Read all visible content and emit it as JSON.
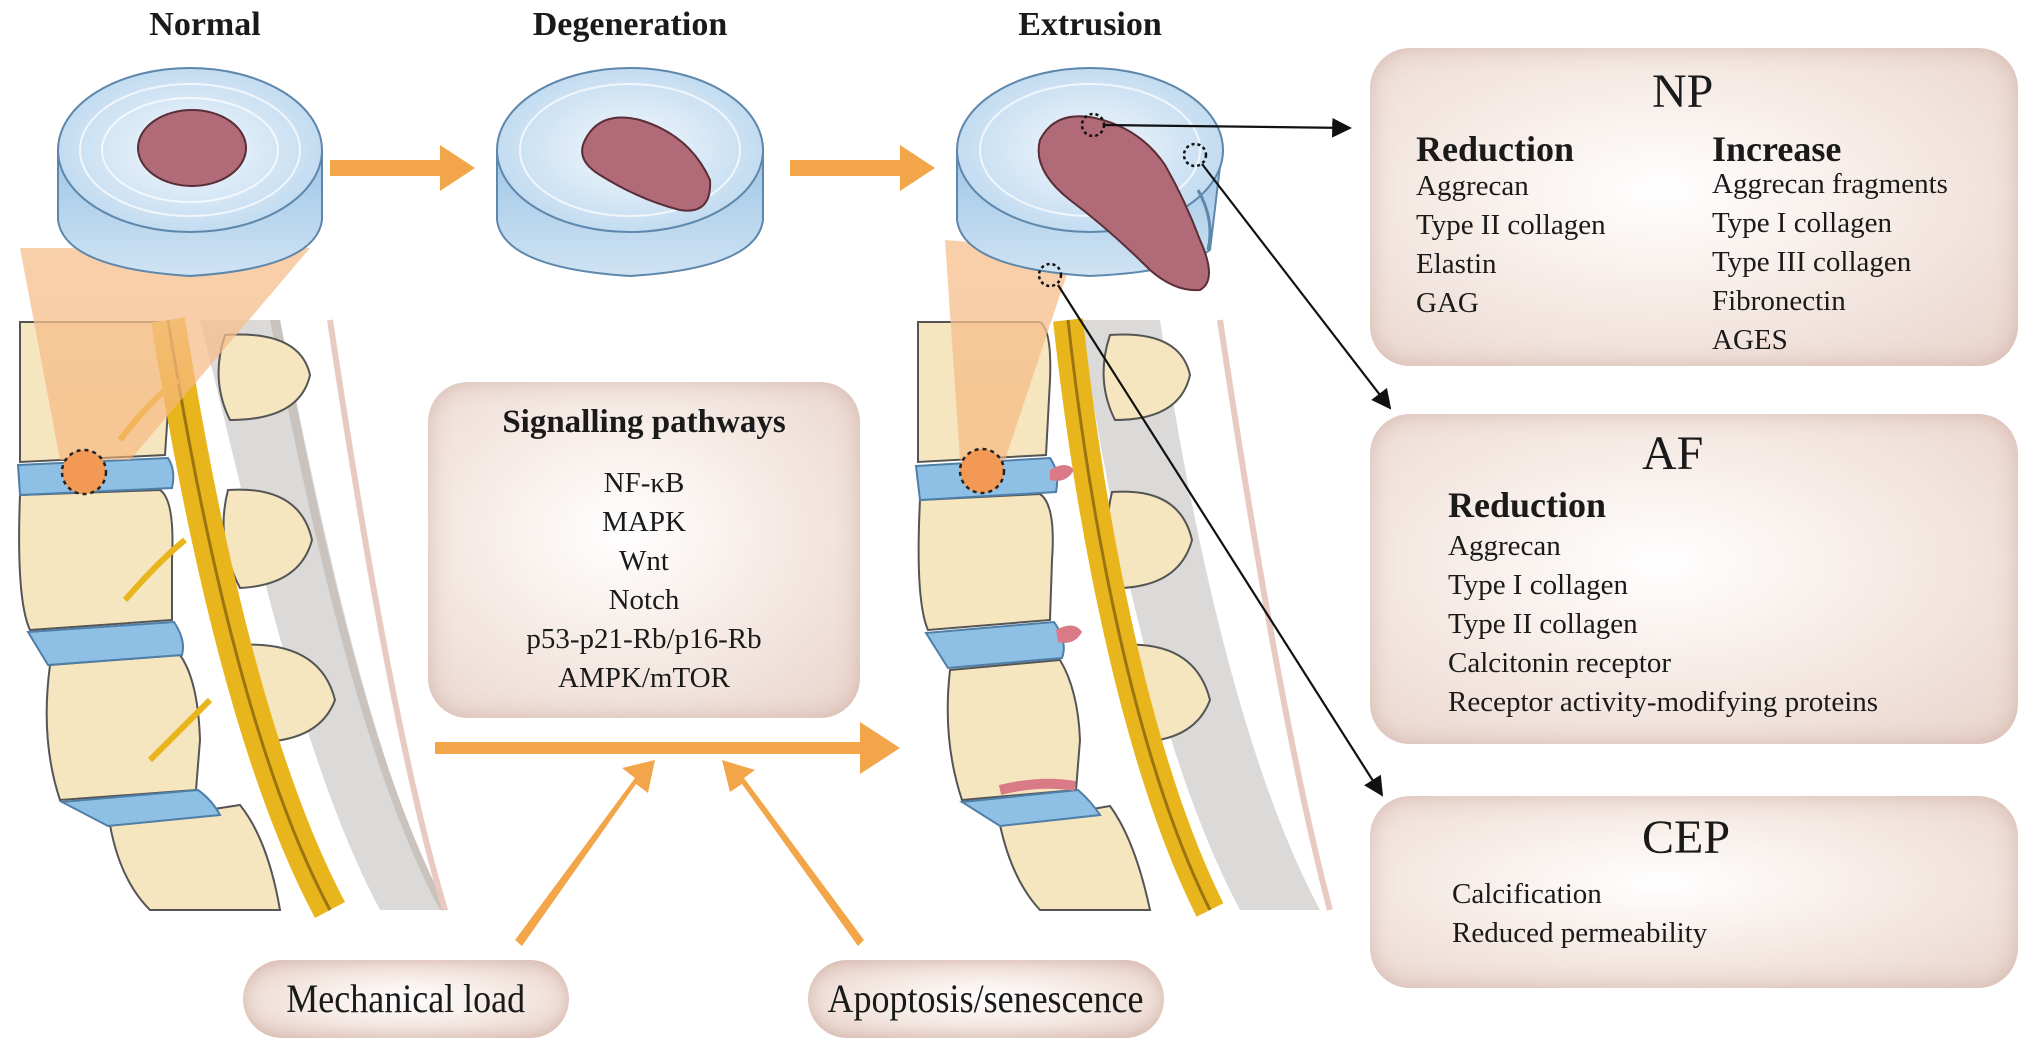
{
  "stages": {
    "normal": "Normal",
    "degeneration": "Degeneration",
    "extrusion": "Extrusion"
  },
  "signalling": {
    "title": "Signalling pathways",
    "items": [
      "NF-κB",
      "MAPK",
      "Wnt",
      "Notch",
      "p53-p21-Rb/p16-Rb",
      "AMPK/mTOR"
    ]
  },
  "causes": {
    "mechanical": "Mechanical load",
    "apoptosis": "Apoptosis/senescence"
  },
  "np": {
    "title": "NP",
    "reduction_title": "Reduction",
    "reduction": [
      "Aggrecan",
      "Type II collagen",
      "Elastin",
      "GAG"
    ],
    "increase_title": "Increase",
    "increase": [
      "Aggrecan fragments",
      "Type I collagen",
      "Type III collagen",
      "Fibronectin",
      "AGES"
    ]
  },
  "af": {
    "title": "AF",
    "reduction_title": "Reduction",
    "reduction": [
      "Aggrecan",
      "Type I collagen",
      "Type II collagen",
      "Calcitonin receptor",
      "Receptor activity-modifying proteins"
    ]
  },
  "cep": {
    "title": "CEP",
    "items": [
      "Calcification",
      "Reduced permeability"
    ]
  },
  "colors": {
    "arrow": "#f3a54a",
    "disc_blue": "#bcd8ee",
    "nucleus": "#b06a78",
    "bone": "#f6e6bf",
    "nerve": "#e9b51c"
  }
}
